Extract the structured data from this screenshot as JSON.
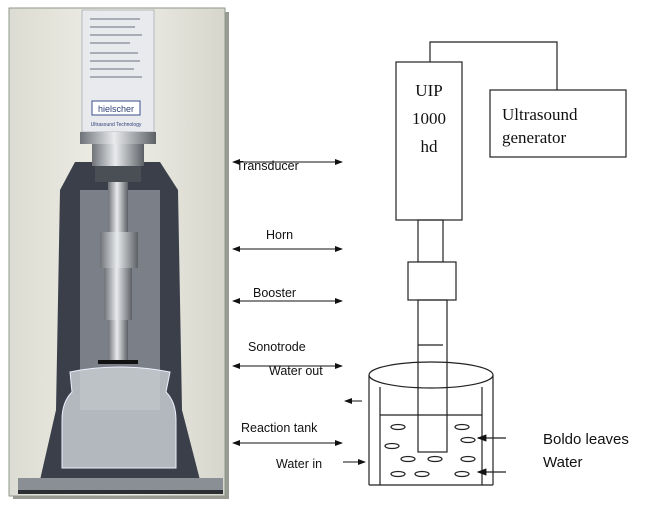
{
  "photo": {
    "brand": "hielscher",
    "brand_sub": "Ultrasound Technology"
  },
  "labels": {
    "transducer": "Transducer",
    "horn": "Horn",
    "booster": "Booster",
    "sonotrode": "Sonotrode",
    "water_out": "Water out",
    "reaction_tank": "Reaction tank",
    "water_in": "Water in"
  },
  "schematic": {
    "device_lines": [
      "UIP",
      "1000",
      "hd"
    ],
    "generator_lines": [
      "Ultrasound",
      "generator"
    ],
    "boldo_leaves": "Boldo leaves",
    "water": "Water"
  }
}
